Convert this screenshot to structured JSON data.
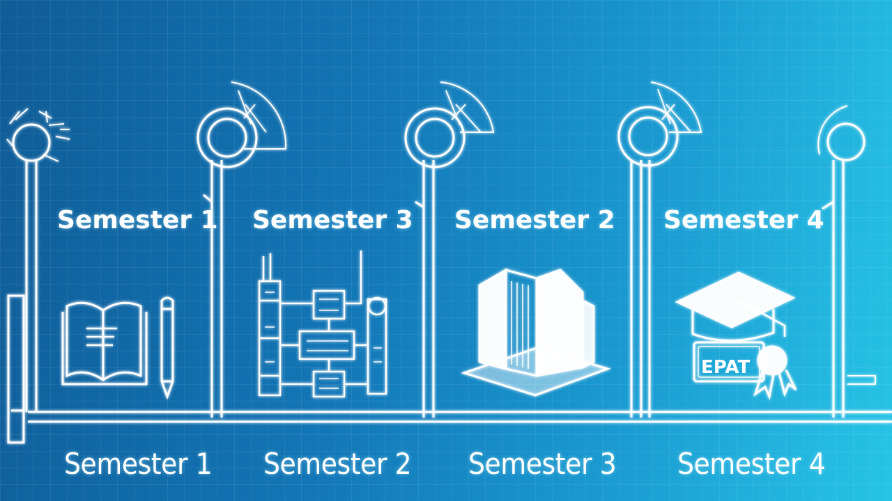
{
  "top_labels": [
    "Semester 1",
    "Semester 3",
    "Semester 2",
    "Semester 4"
  ],
  "bottom_labels": [
    "Semester 1",
    "Semester 2",
    "Semester 3",
    "Semester 4"
  ],
  "certificate_text": "EPAT",
  "icons": [
    "book-icon",
    "pencil-icon",
    "circuit-diagram-icon",
    "building-icon",
    "graduation-cap-icon",
    "certificate-icon",
    "ribbon-icon"
  ],
  "colors": {
    "background_dark": "#0f5c97",
    "background_light": "#27c4e6",
    "line": "#ffffff"
  }
}
